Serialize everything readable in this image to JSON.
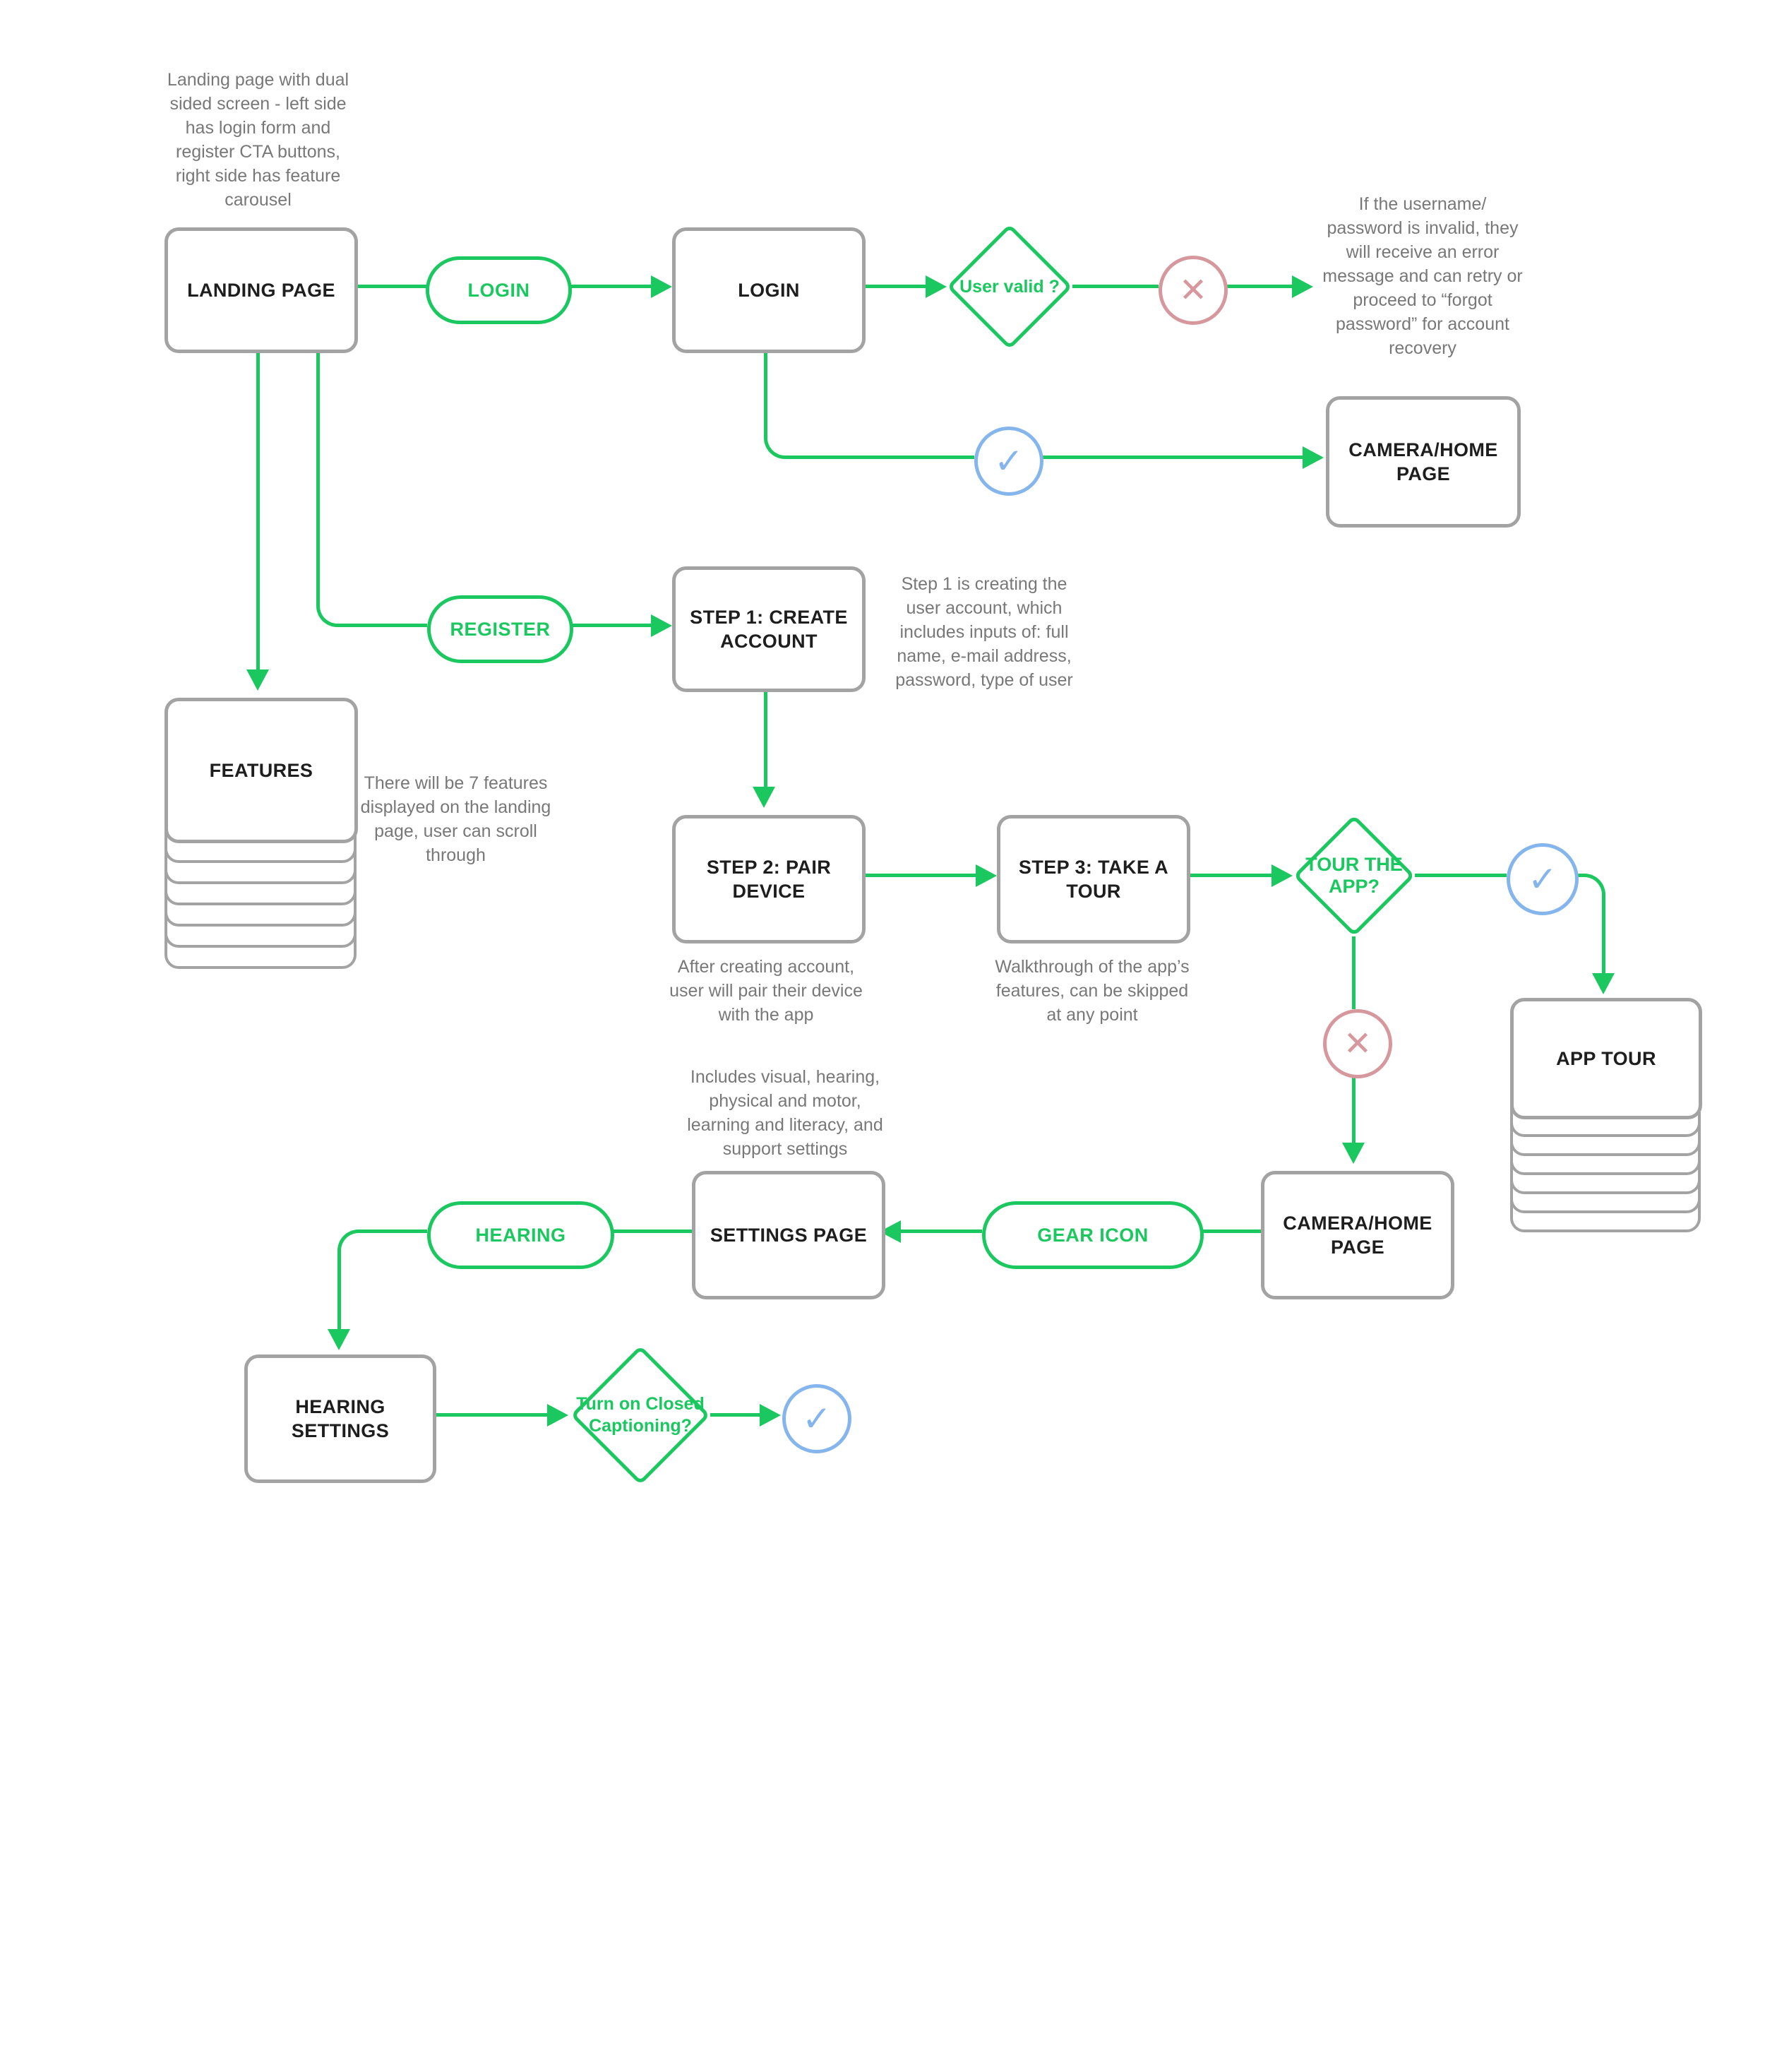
{
  "colors": {
    "green": "#1bc860",
    "gray": "#a3a3a3",
    "red": "#d6979d",
    "blue": "#84b5ec",
    "label": "#1e1e1e",
    "note": "#787878"
  },
  "icons": {
    "check": "✓",
    "x": "✕"
  },
  "nodes": {
    "landing_page": "LANDING PAGE",
    "login": "LOGIN",
    "camera_home_1": "CAMERA/HOME\nPAGE",
    "step1": "STEP 1: CREATE\nACCOUNT",
    "features": "FEATURES",
    "step2": "STEP 2: PAIR DEVICE",
    "step3": "STEP 3: TAKE A TOUR",
    "app_tour": "APP TOUR",
    "camera_home_2": "CAMERA/HOME\nPAGE",
    "settings_page": "SETTINGS PAGE",
    "hearing_settings": "HEARING SETTINGS"
  },
  "pills": {
    "login": "LOGIN",
    "register": "REGISTER",
    "hearing": "HEARING",
    "gear_icon": "GEAR ICON"
  },
  "diamonds": {
    "user_valid": "User valid ?",
    "tour_app": "TOUR THE\nAPP?",
    "closed_captioning": "Turn on Closed\nCaptioning?"
  },
  "notes": {
    "landing": "Landing page with dual\nsided screen - left side\nhas login form and\nregister CTA buttons,\nright side has feature\ncarousel",
    "login_error": "If the username/\npassword is invalid, they\nwill receive an error\nmessage and can retry or\nproceed to “forgot\npassword” for account\nrecovery",
    "step1": "Step 1 is creating the\nuser account, which\nincludes inputs of: full\nname, e-mail address,\npassword, type of user",
    "features": "There will be 7 features\ndisplayed on the landing\npage, user can scroll\nthrough",
    "step2": "After creating account,\nuser will pair their device\nwith the app",
    "step3": "Walkthrough of the app’s\nfeatures, can be skipped\nat any point",
    "settings": "Includes visual, hearing,\nphysical and motor,\nlearning and literacy, and\nsupport settings"
  }
}
